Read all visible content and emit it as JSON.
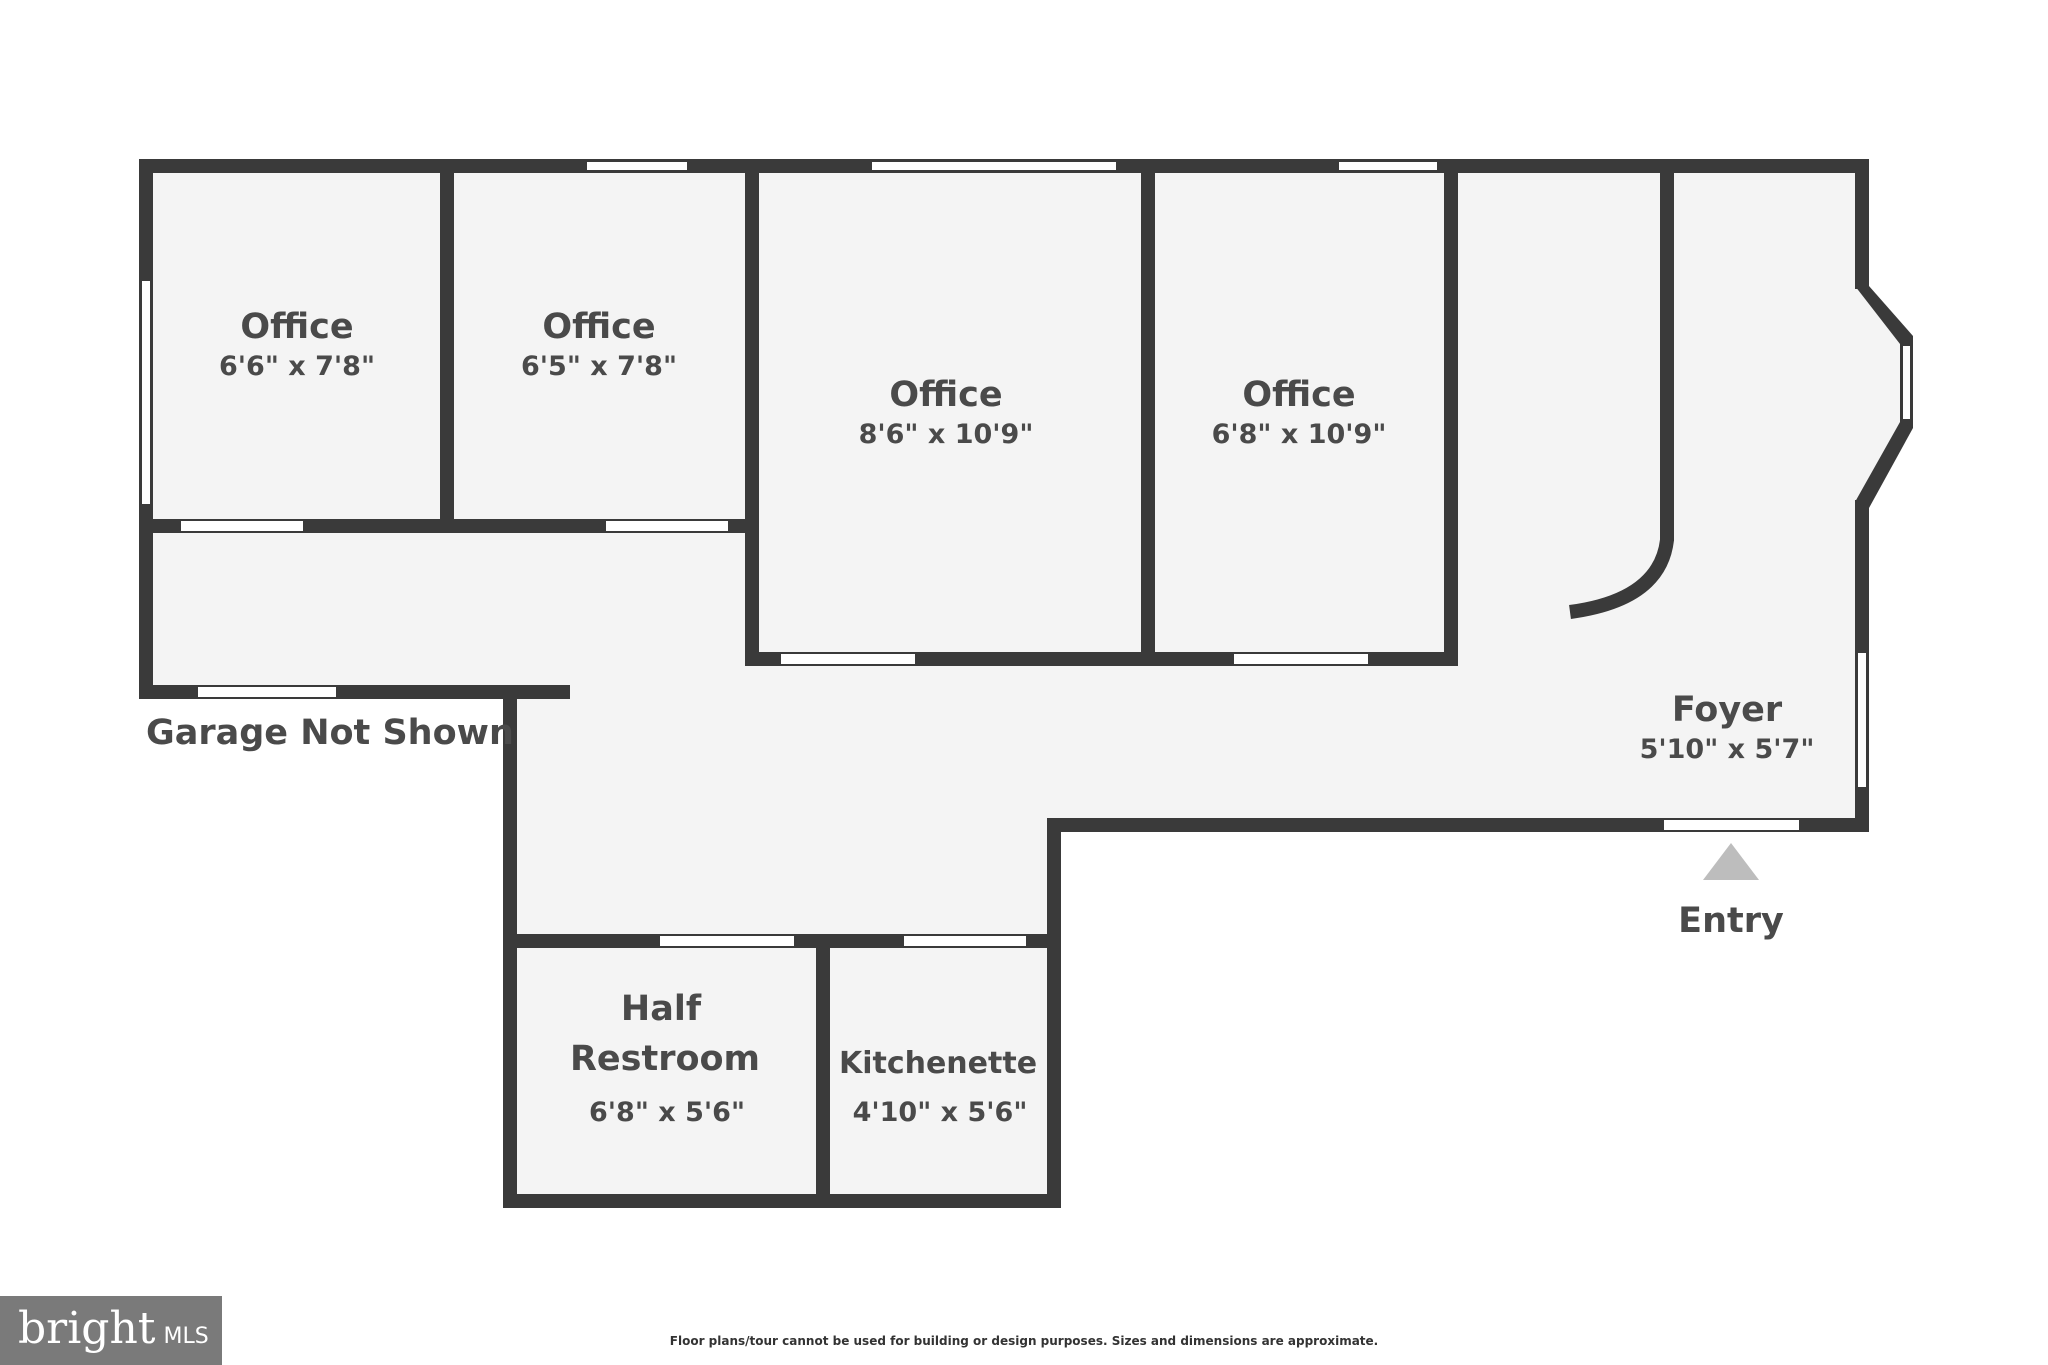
{
  "rooms": [
    {
      "name": "Office",
      "dims": "6'6\" x 7'8\""
    },
    {
      "name": "Office",
      "dims": "6'5\" x 7'8\""
    },
    {
      "name": "Office",
      "dims": "8'6\" x 10'9\""
    },
    {
      "name": "Office",
      "dims": "6'8\" x 10'9\""
    },
    {
      "name": "Foyer",
      "dims": "5'10\" x 5'7\""
    },
    {
      "name_line1": "Half",
      "name_line2": "Restroom",
      "dims": "6'8\" x 5'6\""
    },
    {
      "name": "Kitchenette",
      "dims": "4'10\" x 5'6\""
    }
  ],
  "labels": {
    "garage": "Garage Not Shown",
    "entry": "Entry"
  },
  "disclaimer": "Floor plans/tour cannot be used for building or design purposes. Sizes and dimensions are approximate.",
  "logo": {
    "brand": "bright",
    "suffix": "MLS"
  },
  "colors": {
    "wall": "#3a3a3a",
    "floor": "#f4f4f4",
    "window": "#ffffff",
    "entry_marker": "#bdbdbd"
  }
}
